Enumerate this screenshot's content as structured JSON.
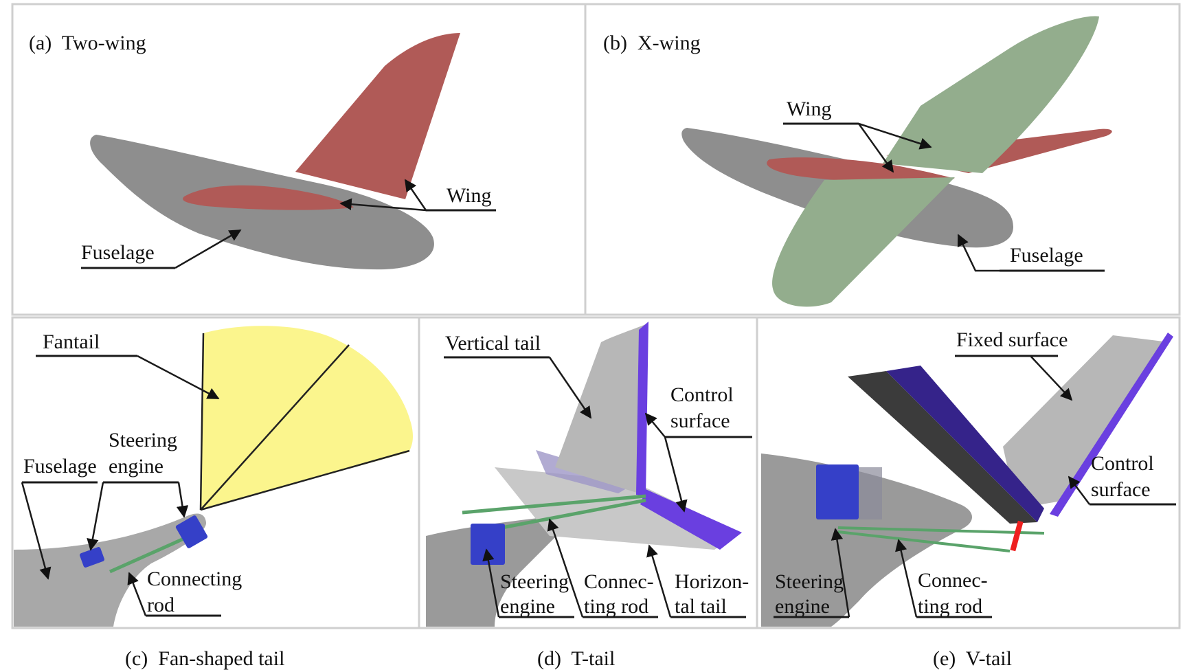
{
  "colors": {
    "fuselage": "#8e8e8e",
    "wing_red": "#b05a57",
    "wing_green": "#93ad8d",
    "fantail": "#fbf58d",
    "servo_blue": "#3540c8",
    "control_purple": "#6a3fe0",
    "rod_green": "#5aa36a",
    "tail_gray": "#b7b7b7",
    "frame": "#cfcfcf"
  },
  "panels": {
    "a": {
      "title": "(a)  Two-wing",
      "wing_label": "Wing",
      "fuselage_label": "Fuselage"
    },
    "b": {
      "title": "(b)  X-wing",
      "wing_label": "Wing",
      "fuselage_label": "Fuselage"
    },
    "c": {
      "fantail_label": "Fantail",
      "steering_line1": "Steering",
      "steering_line2": "engine",
      "fuselage_label": "Fuselage",
      "rod_line1": "Connecting",
      "rod_line2": "rod",
      "caption": "(c)  Fan-shaped tail"
    },
    "d": {
      "vertical_label": "Vertical tail",
      "control_line1": "Control",
      "control_line2": "surface",
      "steering_line1": "Steering",
      "steering_line2": "engine",
      "rod_line1": "Connec-",
      "rod_line2": "ting rod",
      "horizontal_line1": "Horizon-",
      "horizontal_line2": "tal tail",
      "caption": "(d)  T-tail"
    },
    "e": {
      "fixed_label": "Fixed surface",
      "control_line1": "Control",
      "control_line2": "surface",
      "steering_line1": "Steering",
      "steering_line2": "engine",
      "rod_line1": "Connec-",
      "rod_line2": "ting rod",
      "caption": "(e)  V-tail"
    }
  }
}
